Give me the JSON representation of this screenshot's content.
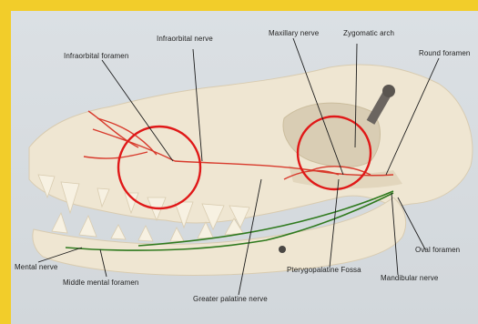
{
  "labels": {
    "infraorbital_nerve": "Infraorbital nerve",
    "maxillary_nerve": "Maxillary nerve",
    "zygomatic_arch": "Zygomatic arch",
    "infraorbital_foramen": "Infraorbital foramen",
    "round_foramen": "Round foramen",
    "mental_nerve": "Mental nerve",
    "middle_mental_foramen": "Middle mental foramen",
    "greater_palatine_nerve": "Greater palatine nerve",
    "pterygopalatine_fossa": "Pterygopalatine Fossa",
    "mandibular_nerve": "Mandibular nerve",
    "oval_foramen": "Oval foramen"
  },
  "colors": {
    "frame": "#f2cd2a",
    "background": "#d5dadd",
    "bone": "#efe6d2",
    "nerve_red": "#d83a2c",
    "nerve_green": "#2f7a1e",
    "circle": "#e01818"
  }
}
